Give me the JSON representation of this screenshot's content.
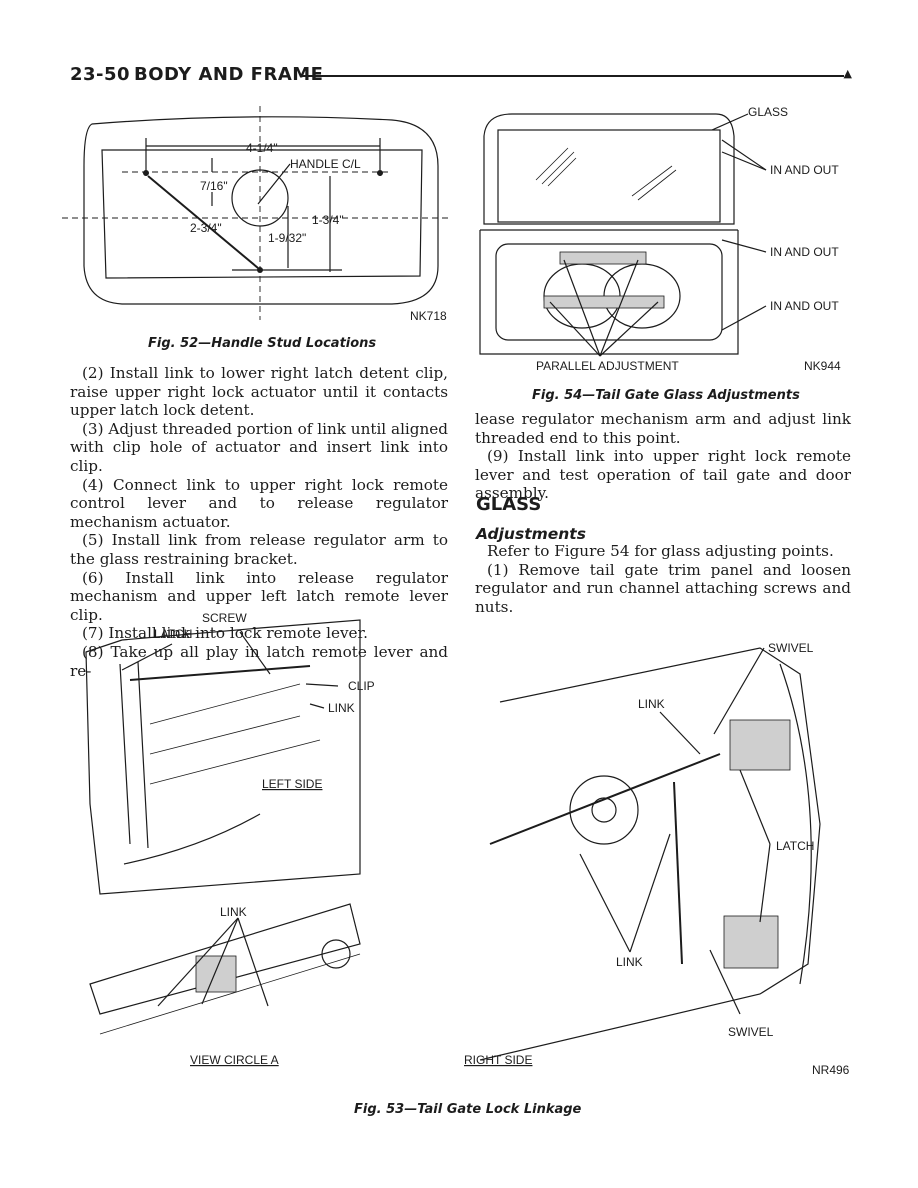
{
  "header": {
    "page_number": "23-50",
    "section_title": "BODY AND FRAME"
  },
  "fig52": {
    "dim_width": "4-1/4\"",
    "handle_cl": "HANDLE C/L",
    "dim_7_16": "7/16\"",
    "dim_2_3_4": "2-3/4\"",
    "dim_1_3_4": "1-3/4\"",
    "dim_1_9_32": "1-9/32\"",
    "code": "NK718",
    "caption": "Fig. 52—Handle Stud Locations"
  },
  "fig54": {
    "glass": "GLASS",
    "in_out_1": "IN AND OUT",
    "in_out_2": "IN AND OUT",
    "in_out_3": "IN AND OUT",
    "parallel": "PARALLEL ADJUSTMENT",
    "code": "NK944",
    "caption": "Fig. 54—Tail Gate Glass Adjustments"
  },
  "left_paragraphs": [
    "(2) Install link to lower right latch detent clip, raise upper right lock actuator until it contacts upper latch lock detent.",
    "(3) Adjust threaded portion of link until aligned with clip hole of actuator and insert link into clip.",
    "(4) Connect link to upper right lock remote control lever and to release regulator mechanism actuator.",
    "(5) Install link from release regulator arm to the glass restraining bracket.",
    "(6) Install link into release regulator mechanism and upper left latch remote lever clip.",
    "(7) Install link into lock remote lever.",
    "(8) Take up all play in latch remote lever and re-"
  ],
  "right_paragraphs": [
    "lease regulator mechanism arm and adjust link threaded end to this point.",
    "(9) Install link into upper right lock remote lever and test operation of tail gate and door assembly."
  ],
  "glass_heading": "GLASS",
  "adjustments_heading": "Adjustments",
  "adjust_paragraphs": [
    "Refer to Figure 54 for glass adjusting points.",
    "(1) Remove tail gate trim panel and loosen regulator and run channel attaching screws and nuts."
  ],
  "fig53": {
    "screw": "SCREW",
    "latch_left": "LATCH",
    "clip": "CLIP",
    "link_left": "LINK",
    "left_side": "LEFT SIDE",
    "link_view": "LINK",
    "view_circle": "VIEW CIRCLE A",
    "swivel_top": "SWIVEL",
    "link_right_top": "LINK",
    "latch_right": "LATCH",
    "link_right_bottom": "LINK",
    "swivel_bottom": "SWIVEL",
    "right_side": "RIGHT SIDE",
    "code": "NR496",
    "caption": "Fig. 53—Tail Gate Lock Linkage"
  }
}
